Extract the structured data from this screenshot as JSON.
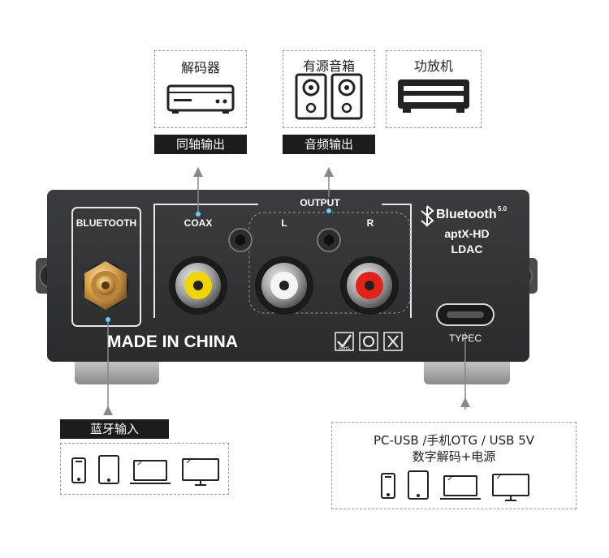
{
  "top": {
    "decoder_label": "解码器",
    "active_speaker_label": "有源音箱",
    "amplifier_label": "功放机",
    "coax_tag": "同轴输出",
    "audio_tag": "音频输出"
  },
  "panel": {
    "bluetooth_port": "BLUETOOTH",
    "coax": "COAX",
    "output": "OUTPUT",
    "left": "L",
    "right": "R",
    "bt_brand": "Bluetooth",
    "bt_version": "5.0",
    "codec1": "aptX-HD",
    "codec2": "LDAC",
    "typec": "TYPEC",
    "made_in": "MADE IN CHINA",
    "rohs": "RoHS"
  },
  "bottom_left": {
    "tag": "蓝牙输入"
  },
  "bottom_right": {
    "line1": "PC-USB /手机OTG / USB 5V",
    "line2": "数字解码+电源"
  }
}
